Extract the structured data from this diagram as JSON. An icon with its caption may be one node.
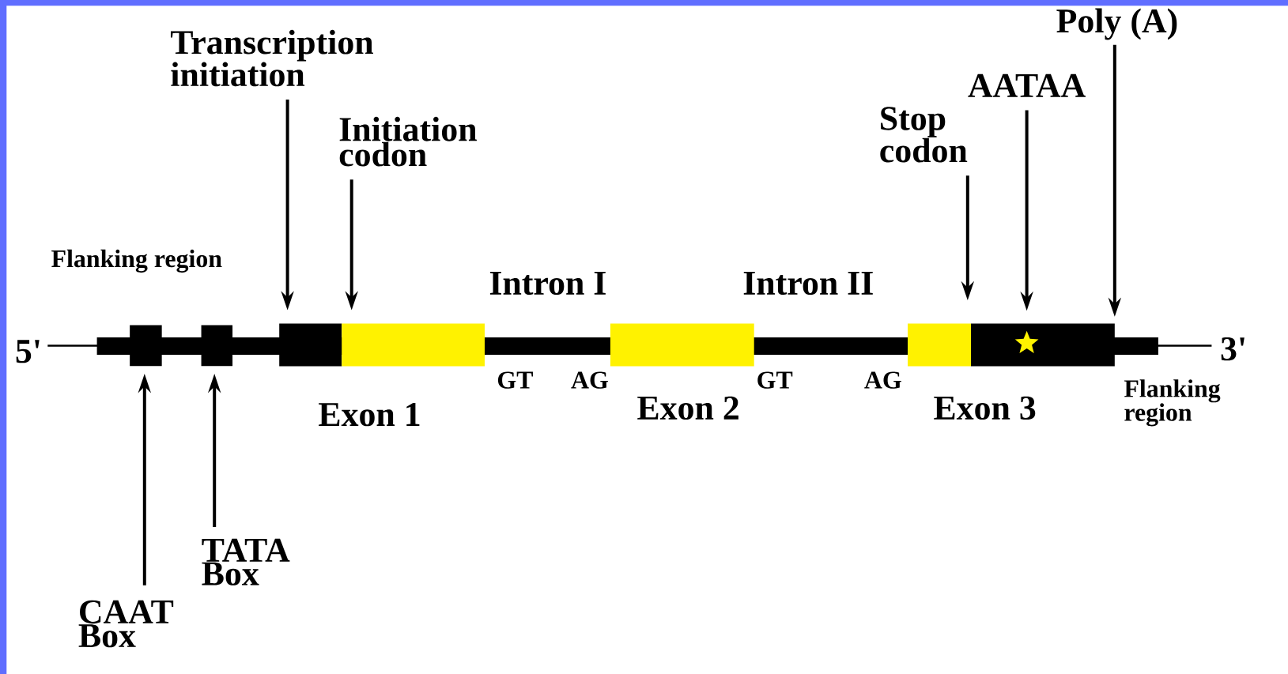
{
  "diagram": {
    "nodes": [
      {
        "text": [
          "Transcription initiation"
        ]
      },
      {
        "text": [
          "Initiation codon"
        ]
      },
      {
        "text": [
          "Stop codon"
        ]
      },
      {
        "text": [
          "AATAA"
        ]
      },
      {
        "text": [
          "Poly (A)"
        ]
      },
      {
        "text": [
          "CAAT Box"
        ]
      },
      {
        "text": [
          "TATA Box"
        ]
      },
      {
        "text": [],
        "shape": "box"
      },
      {
        "text": [],
        "shape": "box"
      },
      {
        "text": [],
        "shape": "bar"
      },
      {
        "text": [],
        "shape": "bar"
      },
      {
        "text": [],
        "shape": "bar"
      },
      {
        "text": [],
        "shape": "bar"
      },
      {
        "text": [],
        "shape": "bar"
      },
      {
        "text": [],
        "shape": "star",
        "in": 13
      }
    ],
    "edges": [
      {
        "from": 0,
        "to": 9,
        "arrow": "to"
      },
      {
        "from": 1,
        "to": 10,
        "arrow": "to"
      },
      {
        "from": 2,
        "to": 13,
        "arrow": "to"
      },
      {
        "from": 3,
        "to": 14,
        "arrow": "to"
      },
      {
        "from": 4,
        "to": 13,
        "arrow": "to"
      },
      {
        "from": 5,
        "to": 7,
        "arrow": "to"
      },
      {
        "from": 6,
        "to": 8,
        "arrow": "to"
      }
    ],
    "labels": [
      "Flanking region",
      "Intron I",
      "Intron II",
      "5'",
      "3'",
      "GT",
      "AG",
      "GT",
      "AG",
      "Flanking region",
      "Exon 1",
      "Exon 2",
      "Exon 3"
    ]
  }
}
